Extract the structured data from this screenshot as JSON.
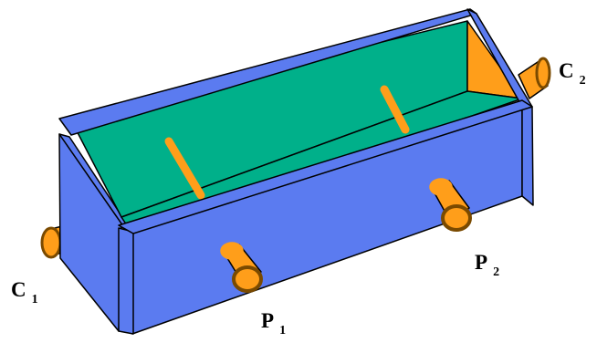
{
  "diagram": {
    "labels": {
      "c1": {
        "letter": "C",
        "index": "1"
      },
      "c2": {
        "letter": "C",
        "index": "2"
      },
      "p1": {
        "letter": "P",
        "index": "1"
      },
      "p2": {
        "letter": "P",
        "index": "2"
      }
    },
    "colors": {
      "outer": "#5B7BF0",
      "inner_green": "#00B08A",
      "orange": "#FF9E1A",
      "pipe_rim": "#7A4A00",
      "outline": "#000000"
    }
  }
}
